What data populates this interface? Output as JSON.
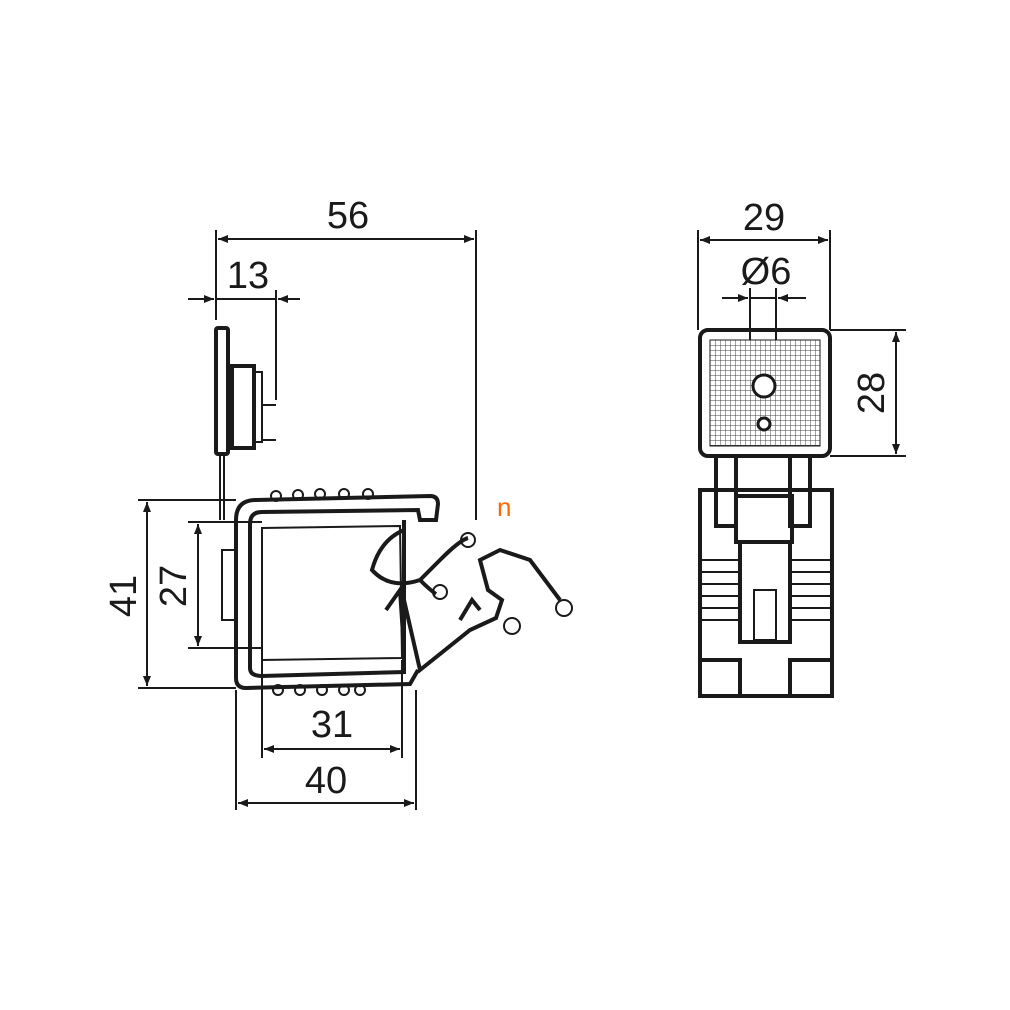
{
  "side_view": {
    "dimensions": {
      "overall_width": "56",
      "plate_offset": "13",
      "height_outer": "41",
      "height_inner": "27",
      "width_inner": "31",
      "width_outer": "40"
    }
  },
  "front_view": {
    "dimensions": {
      "plate_width": "29",
      "hole_diameter": "Ø6",
      "plate_height": "28"
    }
  },
  "marker": {
    "label": "n",
    "color": "#ff6a00"
  }
}
